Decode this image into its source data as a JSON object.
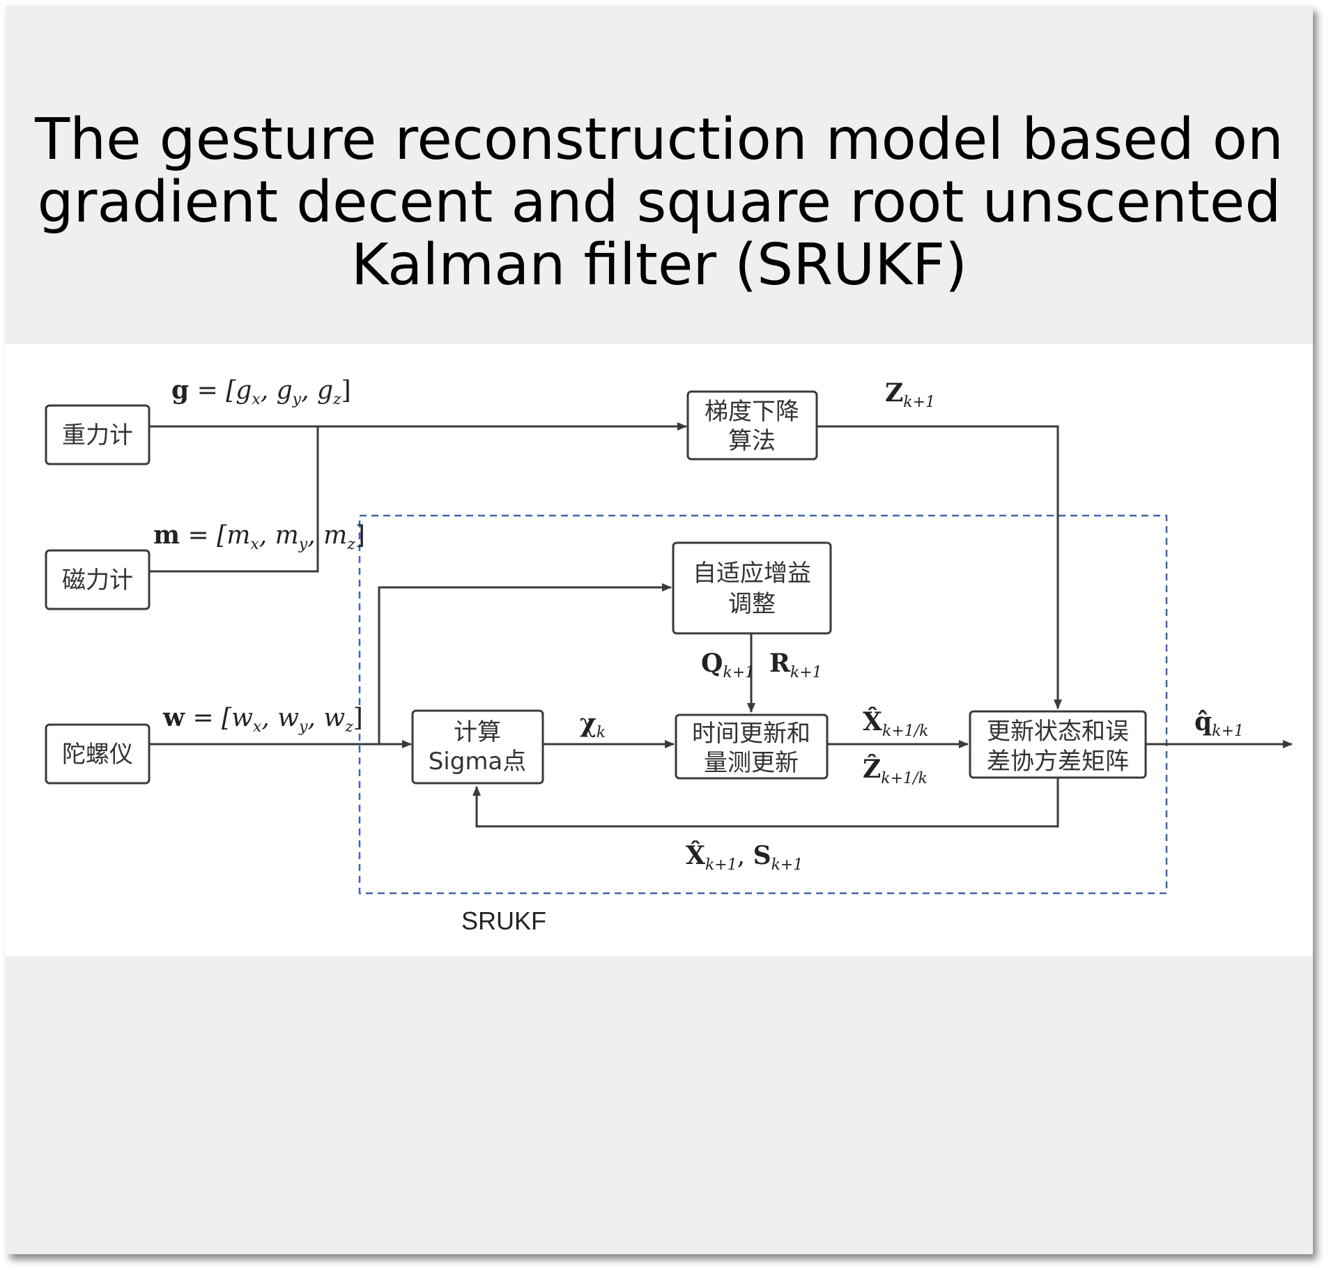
{
  "title": [
    "The gesture reconstruction model based on",
    "gradient decent and square root unscented",
    "Kalman filter (SRUKF)"
  ],
  "blocks": {
    "accelerometer": "重力计",
    "magnetometer": "磁力计",
    "gyroscope": "陀螺仪",
    "gradient_descent": [
      "梯度下降",
      "算法"
    ],
    "adaptive_gain": [
      "自适应增益",
      "调整"
    ],
    "sigma_points": [
      "计算",
      "Sigma点"
    ],
    "time_measure_update": [
      "时间更新和",
      "量测更新"
    ],
    "state_update": [
      "更新状态和误",
      "差协方差矩阵"
    ]
  },
  "signals": {
    "g": {
      "main": "g",
      "eq": " = [g",
      "s1": "x",
      "c1": ", g",
      "s2": "y",
      "c2": ", g",
      "s3": "z",
      "end": "]"
    },
    "m": {
      "main": "m",
      "eq": " = [m",
      "s1": "x",
      "c1": ", m",
      "s2": "y",
      "c2": ", m",
      "s3": "z",
      "end": "]"
    },
    "w": {
      "main": "w",
      "eq": " = [w",
      "s1": "x",
      "c1": ", w",
      "s2": "y",
      "c2": ", w",
      "s3": "z",
      "end": "]"
    },
    "z": {
      "main": "Z",
      "sub": "k+1"
    },
    "q": {
      "main": "Q",
      "sub": "k+1"
    },
    "r": {
      "main": "R",
      "sub": "k+1"
    },
    "chi": {
      "main": "χ",
      "sub": "k"
    },
    "xhat": {
      "main": "X̂",
      "sub": "k+1/k"
    },
    "zhat": {
      "main": "Ẑ",
      "sub": "k+1/k"
    },
    "qhat": {
      "main": "q̂",
      "sub": "k+1"
    },
    "feedback": {
      "main1": "X̂",
      "sub1": "k+1",
      "sep": ", ",
      "main2": "S",
      "sub2": "k+1"
    }
  },
  "region_label": "SRUKF",
  "colors": {
    "dashed_region": "#3f63a8",
    "lines": "#3a3a3a"
  }
}
